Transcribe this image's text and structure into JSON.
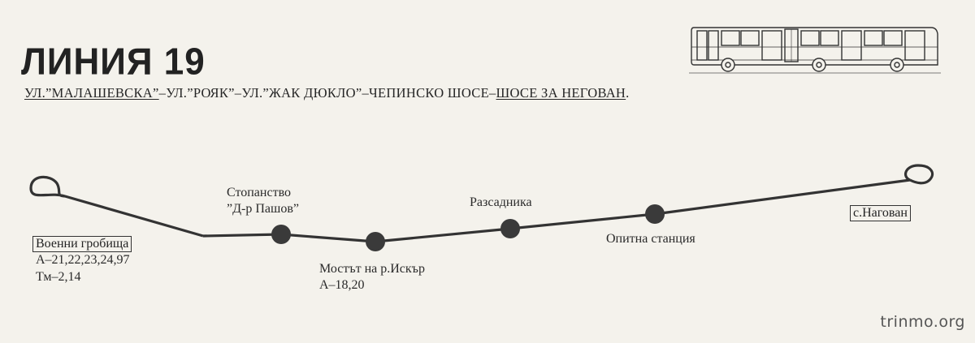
{
  "title": "ЛИНИЯ 19",
  "route_parts": [
    {
      "text": "УЛ.”МАЛАШЕВСКА”",
      "underline": true
    },
    {
      "text": "–УЛ.”РОЯК”–УЛ.”ЖАК ДЮКЛО”–ЧЕПИНСКО ШОСЕ–",
      "underline": false
    },
    {
      "text": "ШОСЕ ЗА НЕГОВАН",
      "underline": true
    },
    {
      "text": ".",
      "underline": false
    }
  ],
  "stops": {
    "start": {
      "name": "Военни гробища",
      "line1": "А–21,22,23,24,97",
      "line2": "Тм–2,14"
    },
    "stop1": {
      "line1": "Стопанство",
      "line2": "”Д-р Пашов”"
    },
    "stop2": {
      "name": "Мостът на р.Искър",
      "transfer": "А–18,20"
    },
    "stop3": {
      "name": "Разсадника"
    },
    "stop4": {
      "name": "Опитна станция"
    },
    "end": {
      "name": "с.Нагован"
    }
  },
  "colors": {
    "line": "#333333",
    "stop": "#3a3a3a",
    "paper": "#f4f2ec"
  },
  "icons": {
    "vehicle": "articulated-bus-icon"
  },
  "watermark": "trinmo.org"
}
